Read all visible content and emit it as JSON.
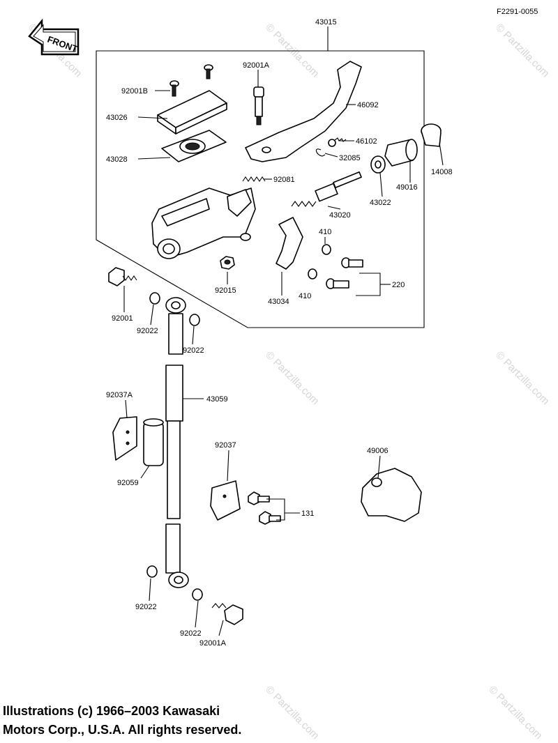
{
  "figure_code": "F2291-0055",
  "front_label": "FRONT",
  "watermark": "© Partzilla.com",
  "copyright": {
    "line1": "Illustrations (c) 1966–2003 Kawasaki",
    "line2": "Motors Corp., U.S.A.  All rights reserved."
  },
  "labels": {
    "p43015": "43015",
    "p92001A_top": "92001A",
    "p92001B": "92001B",
    "p46092": "46092",
    "p43026": "43026",
    "p46102": "46102",
    "p32085": "32085",
    "p43028": "43028",
    "p14008": "14008",
    "p49016": "49016",
    "p92081": "92081",
    "p43022": "43022",
    "p43020": "43020",
    "p410_a": "410",
    "p410_b": "410",
    "p220": "220",
    "p92015": "92015",
    "p43034": "43034",
    "p92001": "92001",
    "p92022_a": "92022",
    "p92022_b": "92022",
    "p43059": "43059",
    "p92037A": "92037A",
    "p92059": "92059",
    "p92037": "92037",
    "p49006": "49006",
    "p131": "131",
    "p92022_c": "92022",
    "p92022_d": "92022",
    "p92001A_bot": "92001A"
  }
}
